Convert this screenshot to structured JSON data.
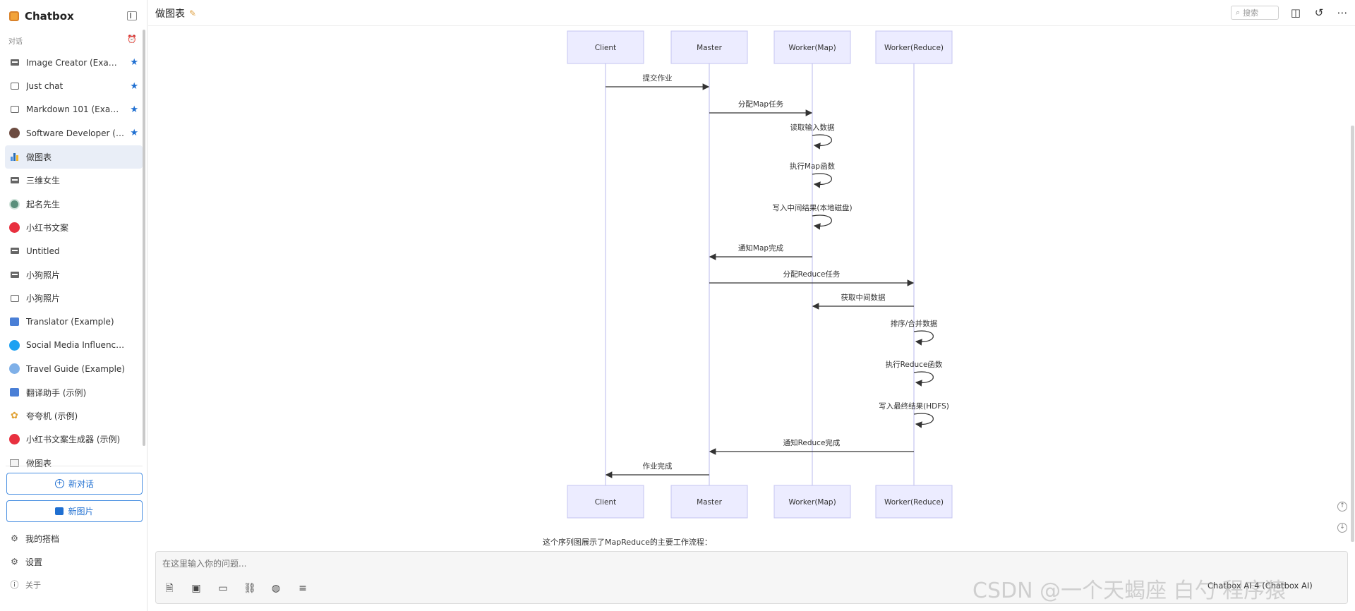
{
  "sidebar": {
    "app_title": "Chatbox",
    "section_label": "对话",
    "conversations": [
      {
        "label": "Image Creator (Example)",
        "icon": "folder-icon",
        "starred": true
      },
      {
        "label": "Just chat",
        "icon": "chat-bubble-icon",
        "starred": true
      },
      {
        "label": "Markdown 101 (Example)",
        "icon": "chat-bubble-icon",
        "starred": true
      },
      {
        "label": "Software Developer (Example)",
        "icon": "developer-avatar-icon",
        "starred": true
      },
      {
        "label": "做图表",
        "icon": "bar-chart-icon",
        "starred": false,
        "active": true
      },
      {
        "label": "三维女生",
        "icon": "folder-icon",
        "starred": false
      },
      {
        "label": "起名先生",
        "icon": "round-avatar-icon",
        "starred": false
      },
      {
        "label": "小红书文案",
        "icon": "xiaohongshu-icon",
        "starred": false
      },
      {
        "label": "Untitled",
        "icon": "folder-icon",
        "starred": false
      },
      {
        "label": "小狗照片",
        "icon": "folder-icon",
        "starred": false
      },
      {
        "label": "小狗照片",
        "icon": "chat-bubble-icon",
        "starred": false
      },
      {
        "label": "Translator (Example)",
        "icon": "translator-icon",
        "starred": false
      },
      {
        "label": "Social Media Influencer (Example)",
        "icon": "twitter-icon",
        "starred": false
      },
      {
        "label": "Travel Guide (Example)",
        "icon": "globe-icon",
        "starred": false
      },
      {
        "label": "翻译助手 (示例)",
        "icon": "translator-icon",
        "starred": false
      },
      {
        "label": "夸夸机 (示例)",
        "icon": "sparkle-icon",
        "starred": false
      },
      {
        "label": "小红书文案生成器 (示例)",
        "icon": "xiaohongshu-icon",
        "starred": false
      },
      {
        "label": "做图表",
        "icon": "chart-icon",
        "starred": false
      }
    ],
    "new_chat_label": "新对话",
    "new_image_label": "新图片",
    "menu": {
      "my_partners": "我的搭档",
      "settings": "设置",
      "about": "关于"
    }
  },
  "header": {
    "title": "做图表",
    "search_placeholder": "搜索"
  },
  "diagram": {
    "participants": [
      "Client",
      "Master",
      "Worker(Map)",
      "Worker(Reduce)"
    ],
    "messages": [
      {
        "from": 0,
        "to": 1,
        "label": "提交作业"
      },
      {
        "from": 1,
        "to": 2,
        "label": "分配Map任务"
      },
      {
        "from": 2,
        "to": 2,
        "label": "读取输入数据"
      },
      {
        "from": 2,
        "to": 2,
        "label": "执行Map函数"
      },
      {
        "from": 2,
        "to": 2,
        "label": "写入中间结果(本地磁盘)"
      },
      {
        "from": 2,
        "to": 1,
        "label": "通知Map完成"
      },
      {
        "from": 1,
        "to": 3,
        "label": "分配Reduce任务"
      },
      {
        "from": 3,
        "to": 2,
        "label": "获取中间数据"
      },
      {
        "from": 3,
        "to": 3,
        "label": "排序/合并数据"
      },
      {
        "from": 3,
        "to": 3,
        "label": "执行Reduce函数"
      },
      {
        "from": 3,
        "to": 3,
        "label": "写入最终结果(HDFS)"
      },
      {
        "from": 3,
        "to": 1,
        "label": "通知Reduce完成"
      },
      {
        "from": 1,
        "to": 0,
        "label": "作业完成"
      }
    ]
  },
  "caption": "这个序列图展示了MapReduce的主要工作流程：",
  "composer": {
    "placeholder": "在这里输入你的问题...",
    "model_label": "Chatbox AI 4 (Chatbox AI)",
    "watermark": "CSDN @一个天蝎座 白勺 程序猿"
  },
  "colors": {
    "accent": "#1f6fd1",
    "participant_fill": "#ececff",
    "participant_border": "#c5c5f0",
    "lifeline": "#c5c5f0"
  }
}
